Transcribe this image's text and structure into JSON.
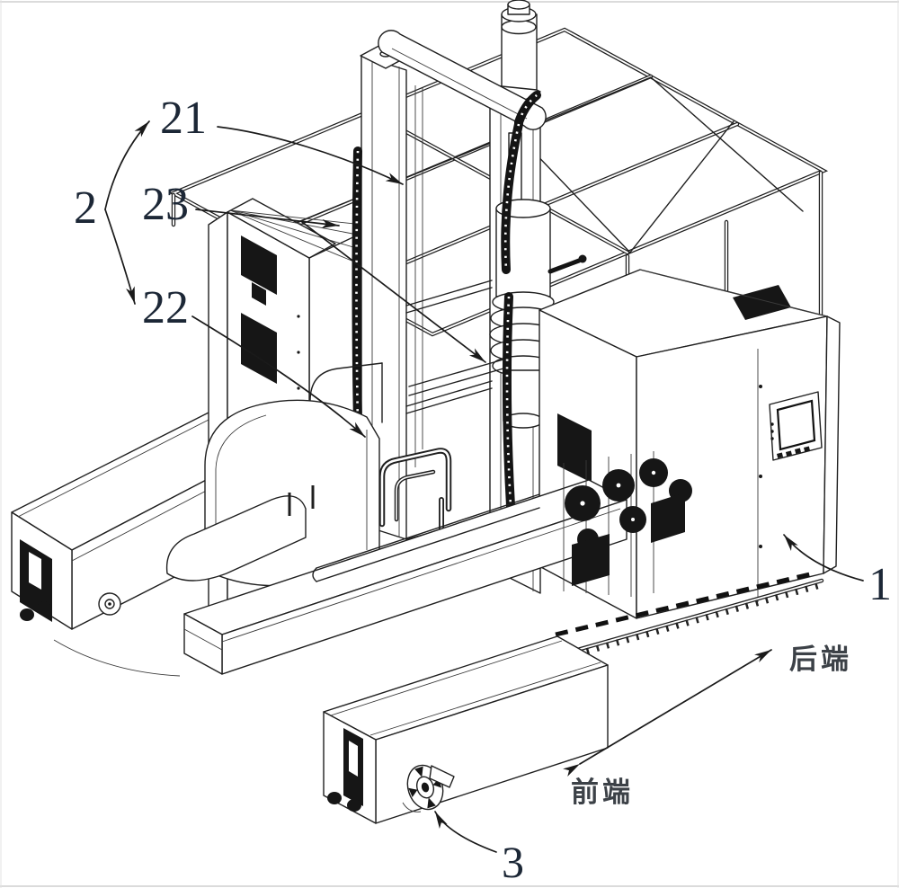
{
  "figure": {
    "kind": "patent-isometric-line-drawing",
    "subject": "stacker vehicle with mast, forks and machine body"
  },
  "reference_labels": [
    {
      "id": "2",
      "text": "2"
    },
    {
      "id": "21",
      "text": "21"
    },
    {
      "id": "23",
      "text": "23"
    },
    {
      "id": "22",
      "text": "22"
    },
    {
      "id": "1",
      "text": "1"
    },
    {
      "id": "3",
      "text": "3"
    }
  ],
  "direction_labels": {
    "rear": "后端",
    "front": "前端"
  },
  "colors": {
    "background": "#ffffff",
    "line": "#1f1f1f",
    "reference_label_text": "#1c2736",
    "direction_label_text": "#3c4147"
  }
}
